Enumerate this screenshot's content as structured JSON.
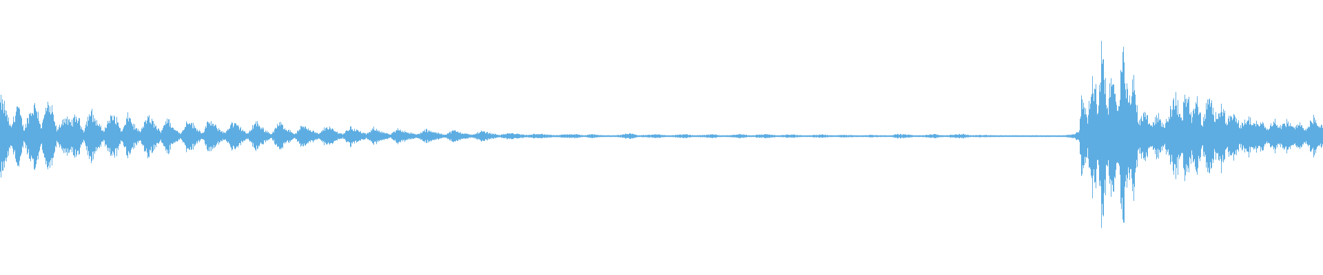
{
  "waveform": {
    "color": "#5dade2",
    "background": "#ffffff",
    "envelope": [
      [
        0.0,
        0.34
      ],
      [
        0.003,
        0.3
      ],
      [
        0.008,
        0.08
      ],
      [
        0.013,
        0.31
      ],
      [
        0.018,
        0.06
      ],
      [
        0.022,
        0.22
      ],
      [
        0.027,
        0.33
      ],
      [
        0.031,
        0.08
      ],
      [
        0.035,
        0.3
      ],
      [
        0.039,
        0.25
      ],
      [
        0.043,
        0.05
      ],
      [
        0.048,
        0.18
      ],
      [
        0.053,
        0.13
      ],
      [
        0.058,
        0.2
      ],
      [
        0.063,
        0.05
      ],
      [
        0.068,
        0.25
      ],
      [
        0.073,
        0.14
      ],
      [
        0.078,
        0.05
      ],
      [
        0.083,
        0.18
      ],
      [
        0.087,
        0.19
      ],
      [
        0.092,
        0.04
      ],
      [
        0.097,
        0.21
      ],
      [
        0.101,
        0.1
      ],
      [
        0.106,
        0.04
      ],
      [
        0.111,
        0.19
      ],
      [
        0.116,
        0.13
      ],
      [
        0.121,
        0.04
      ],
      [
        0.126,
        0.18
      ],
      [
        0.131,
        0.07
      ],
      [
        0.137,
        0.03
      ],
      [
        0.142,
        0.17
      ],
      [
        0.147,
        0.09
      ],
      [
        0.153,
        0.03
      ],
      [
        0.158,
        0.15
      ],
      [
        0.164,
        0.08
      ],
      [
        0.17,
        0.03
      ],
      [
        0.175,
        0.13
      ],
      [
        0.181,
        0.09
      ],
      [
        0.187,
        0.02
      ],
      [
        0.193,
        0.14
      ],
      [
        0.199,
        0.07
      ],
      [
        0.205,
        0.02
      ],
      [
        0.211,
        0.13
      ],
      [
        0.217,
        0.07
      ],
      [
        0.223,
        0.02
      ],
      [
        0.229,
        0.11
      ],
      [
        0.235,
        0.06
      ],
      [
        0.241,
        0.02
      ],
      [
        0.247,
        0.1
      ],
      [
        0.253,
        0.05
      ],
      [
        0.259,
        0.02
      ],
      [
        0.265,
        0.09
      ],
      [
        0.271,
        0.05
      ],
      [
        0.277,
        0.02
      ],
      [
        0.283,
        0.08
      ],
      [
        0.289,
        0.04
      ],
      [
        0.295,
        0.015
      ],
      [
        0.301,
        0.07
      ],
      [
        0.308,
        0.04
      ],
      [
        0.315,
        0.015
      ],
      [
        0.322,
        0.06
      ],
      [
        0.329,
        0.035
      ],
      [
        0.336,
        0.015
      ],
      [
        0.343,
        0.055
      ],
      [
        0.35,
        0.03
      ],
      [
        0.357,
        0.012
      ],
      [
        0.364,
        0.05
      ],
      [
        0.371,
        0.028
      ],
      [
        0.378,
        0.012
      ],
      [
        0.385,
        0.03
      ],
      [
        0.392,
        0.02
      ],
      [
        0.399,
        0.01
      ],
      [
        0.406,
        0.025
      ],
      [
        0.413,
        0.015
      ],
      [
        0.42,
        0.008
      ],
      [
        0.427,
        0.015
      ],
      [
        0.434,
        0.02
      ],
      [
        0.441,
        0.007
      ],
      [
        0.448,
        0.018
      ],
      [
        0.455,
        0.008
      ],
      [
        0.462,
        0.006
      ],
      [
        0.469,
        0.012
      ],
      [
        0.476,
        0.025
      ],
      [
        0.483,
        0.008
      ],
      [
        0.49,
        0.012
      ],
      [
        0.497,
        0.02
      ],
      [
        0.504,
        0.006
      ],
      [
        0.511,
        0.012
      ],
      [
        0.518,
        0.018
      ],
      [
        0.525,
        0.007
      ],
      [
        0.532,
        0.012
      ],
      [
        0.539,
        0.018
      ],
      [
        0.546,
        0.006
      ],
      [
        0.553,
        0.012
      ],
      [
        0.56,
        0.02
      ],
      [
        0.567,
        0.007
      ],
      [
        0.574,
        0.015
      ],
      [
        0.581,
        0.018
      ],
      [
        0.588,
        0.006
      ],
      [
        0.595,
        0.015
      ],
      [
        0.602,
        0.012
      ],
      [
        0.609,
        0.005
      ],
      [
        0.616,
        0.012
      ],
      [
        0.623,
        0.015
      ],
      [
        0.63,
        0.005
      ],
      [
        0.637,
        0.012
      ],
      [
        0.644,
        0.01
      ],
      [
        0.651,
        0.005
      ],
      [
        0.658,
        0.012
      ],
      [
        0.665,
        0.008
      ],
      [
        0.672,
        0.005
      ],
      [
        0.679,
        0.02
      ],
      [
        0.686,
        0.015
      ],
      [
        0.693,
        0.005
      ],
      [
        0.7,
        0.012
      ],
      [
        0.707,
        0.018
      ],
      [
        0.714,
        0.006
      ],
      [
        0.721,
        0.015
      ],
      [
        0.728,
        0.02
      ],
      [
        0.735,
        0.007
      ],
      [
        0.742,
        0.012
      ],
      [
        0.749,
        0.01
      ],
      [
        0.756,
        0.005
      ],
      [
        0.763,
        0.008
      ],
      [
        0.77,
        0.006
      ],
      [
        0.777,
        0.005
      ],
      [
        0.784,
        0.006
      ],
      [
        0.791,
        0.006
      ],
      [
        0.798,
        0.005
      ],
      [
        0.805,
        0.008
      ],
      [
        0.812,
        0.02
      ],
      [
        0.816,
        0.05
      ],
      [
        0.818,
        0.45
      ],
      [
        0.822,
        0.15
      ],
      [
        0.826,
        0.6
      ],
      [
        0.83,
        0.3
      ],
      [
        0.834,
        0.95
      ],
      [
        0.837,
        0.25
      ],
      [
        0.841,
        0.65
      ],
      [
        0.845,
        0.2
      ],
      [
        0.849,
        0.8
      ],
      [
        0.853,
        0.35
      ],
      [
        0.857,
        0.55
      ],
      [
        0.861,
        0.15
      ],
      [
        0.866,
        0.25
      ],
      [
        0.87,
        0.1
      ],
      [
        0.875,
        0.2
      ],
      [
        0.88,
        0.1
      ],
      [
        0.885,
        0.25
      ],
      [
        0.889,
        0.4
      ],
      [
        0.893,
        0.15
      ],
      [
        0.897,
        0.45
      ],
      [
        0.901,
        0.2
      ],
      [
        0.905,
        0.35
      ],
      [
        0.909,
        0.12
      ],
      [
        0.914,
        0.38
      ],
      [
        0.918,
        0.2
      ],
      [
        0.923,
        0.3
      ],
      [
        0.928,
        0.15
      ],
      [
        0.933,
        0.2
      ],
      [
        0.938,
        0.1
      ],
      [
        0.943,
        0.18
      ],
      [
        0.948,
        0.12
      ],
      [
        0.953,
        0.15
      ],
      [
        0.958,
        0.08
      ],
      [
        0.963,
        0.15
      ],
      [
        0.968,
        0.1
      ],
      [
        0.973,
        0.14
      ],
      [
        0.978,
        0.08
      ],
      [
        0.983,
        0.12
      ],
      [
        0.988,
        0.07
      ],
      [
        0.993,
        0.18
      ],
      [
        0.997,
        0.1
      ],
      [
        1.0,
        0.12
      ]
    ]
  }
}
